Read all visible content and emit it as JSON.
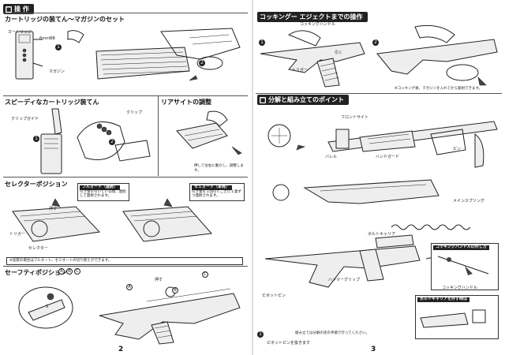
{
  "left": {
    "page_number": "2",
    "sec_operation": "操 作",
    "sec_cartridge": "カートリッジの装てん～マガジンのセット",
    "cartridge_labels": [
      "カートリッジ",
      "6mmBB",
      "マガジン"
    ],
    "sec_speedy": "スピーディなカートリッジ装てん",
    "speedy_labels": [
      "クリップガイド",
      "クリップ"
    ],
    "sec_rear_sight": "リアサイトの調整",
    "rear_sight_note": "押して左右に動かし、調整します。",
    "sec_selector": "セレクターポジション",
    "selector_labels": [
      "トリガー",
      "セレクター",
      "押す"
    ],
    "box_full_auto": {
      "head": "フルオート（連射）",
      "text": "引き金を引いている間、連続して発射されます。"
    },
    "box_semi_auto": {
      "head": "セミオート（単発）",
      "text": "引き金を１回引くごとに１発ずつ発射されます。"
    },
    "selector_footnote": "※実銃の場合はフルオート、セミオートの切り替えができます。",
    "sec_safety": "セーフティポジション",
    "safety_positions": [
      "A",
      "B",
      "C"
    ],
    "safety_labels": [
      "押す",
      "S"
    ]
  },
  "right": {
    "page_number": "3",
    "sec_cocking": "コッキングー エジェクトまでの操作",
    "cocking_labels": [
      "コッキングハンドル",
      "トリガー",
      "引く"
    ],
    "cocking_footnote": "※コッキング後、マガジンを入れてから発射できます。",
    "sec_disassembly": "分解と組み立てのポイント",
    "disassembly_labels": [
      "フロントサイト",
      "バレル",
      "ハンドガード",
      "ピン"
    ],
    "parts_labels": [
      "メインスプリング",
      "ボルトキャリア",
      "ピボットピン",
      "ハンマーグリップ",
      "コッキングハンドル"
    ],
    "box_cocking_handle": "コッキングハンドルの外し方",
    "box_bolt_carrier": "ボルトキャリアを外す時は",
    "bottom_note": "組み立ては分解の逆の手順で行ってください。",
    "pin_label": "ピボットピンを抜きます"
  }
}
